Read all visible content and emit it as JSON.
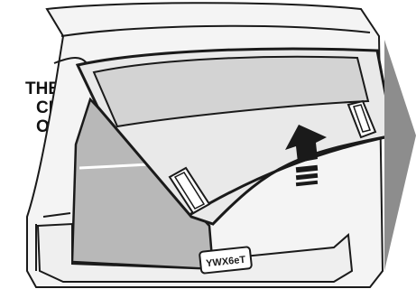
{
  "illustration": {
    "subject": "vehicle-liftgate-opening",
    "caption_lines": [
      "THE",
      "CH",
      "OR."
    ],
    "license_plate_text": "YWX6eT",
    "colors": {
      "outline": "#1a1a1a",
      "body_fill": "#e9e9e9",
      "shadow_fill": "#b8b8b8",
      "glass_fill": "#d3d3d3",
      "side_arrow_fill": "#8d8d8d"
    },
    "icons": [
      "up-arrow-icon",
      "right-arrow-icon"
    ]
  }
}
